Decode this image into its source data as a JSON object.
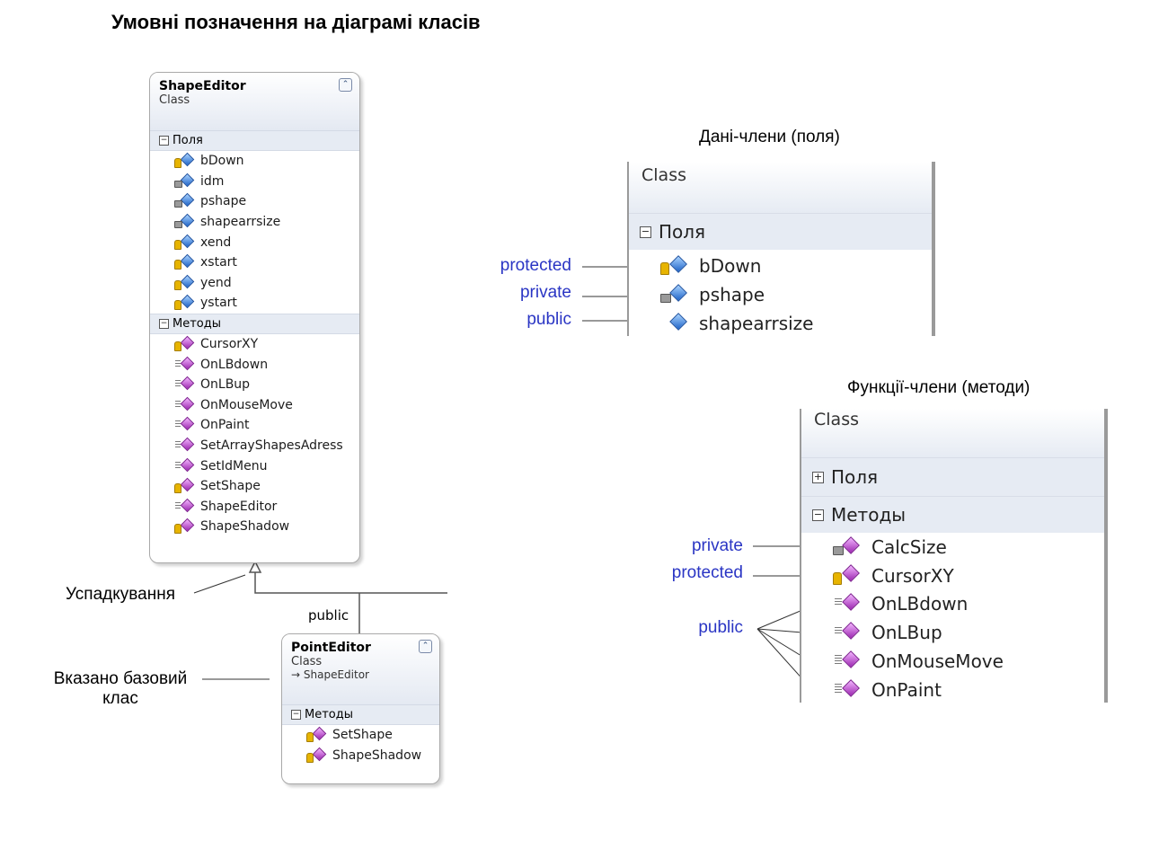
{
  "title": "Умовні позначення на діаграмі класів",
  "shape_editor": {
    "name": "ShapeEditor",
    "type": "Class",
    "fields_label": "Поля",
    "methods_label": "Методы",
    "fields": [
      {
        "name": "bDown",
        "access": "protected"
      },
      {
        "name": "idm",
        "access": "private"
      },
      {
        "name": "pshape",
        "access": "private"
      },
      {
        "name": "shapearrsize",
        "access": "private"
      },
      {
        "name": "xend",
        "access": "protected"
      },
      {
        "name": "xstart",
        "access": "protected"
      },
      {
        "name": "yend",
        "access": "protected"
      },
      {
        "name": "ystart",
        "access": "protected"
      }
    ],
    "methods": [
      {
        "name": "CursorXY",
        "access": "protected"
      },
      {
        "name": "OnLBdown",
        "access": "public"
      },
      {
        "name": "OnLBup",
        "access": "public"
      },
      {
        "name": "OnMouseMove",
        "access": "public"
      },
      {
        "name": "OnPaint",
        "access": "public"
      },
      {
        "name": "SetArrayShapesAdress",
        "access": "public"
      },
      {
        "name": "SetIdMenu",
        "access": "public"
      },
      {
        "name": "SetShape",
        "access": "protected"
      },
      {
        "name": "ShapeEditor",
        "access": "public"
      },
      {
        "name": "ShapeShadow",
        "access": "protected"
      }
    ]
  },
  "point_editor": {
    "name": "PointEditor",
    "type": "Class",
    "base": "ShapeEditor",
    "methods_label": "Методы",
    "methods": [
      {
        "name": "SetShape",
        "access": "protected"
      },
      {
        "name": "ShapeShadow",
        "access": "protected"
      }
    ]
  },
  "inheritance_label": "public",
  "annotations": {
    "inheritance": "Успадкування",
    "base_class_line1": "Вказано базовий",
    "base_class_line2": "клас"
  },
  "fields_panel": {
    "caption": "Дані-члени (поля)",
    "class_label": "Class",
    "section_label": "Поля",
    "rows": [
      {
        "name": "bDown",
        "access_label": "protected",
        "access": "protected"
      },
      {
        "name": "pshape",
        "access_label": "private",
        "access": "private"
      },
      {
        "name": "shapearrsize",
        "access_label": "public",
        "access": "public"
      }
    ]
  },
  "methods_panel": {
    "caption": "Функції-члени (методи)",
    "class_label": "Class",
    "fields_label": "Поля",
    "methods_label": "Методы",
    "private_label": "private",
    "protected_label": "protected",
    "public_label": "public",
    "rows": [
      {
        "name": "CalcSize",
        "access": "private"
      },
      {
        "name": "CursorXY",
        "access": "protected"
      },
      {
        "name": "OnLBdown",
        "access": "public"
      },
      {
        "name": "OnLBup",
        "access": "public"
      },
      {
        "name": "OnMouseMove",
        "access": "public"
      },
      {
        "name": "OnPaint",
        "access": "public"
      }
    ]
  },
  "colors": {
    "access_label": "#2a35c4",
    "field_icon": "#1f64c8",
    "method_icon": "#9c27b0",
    "protected_key": "#e7b400"
  }
}
